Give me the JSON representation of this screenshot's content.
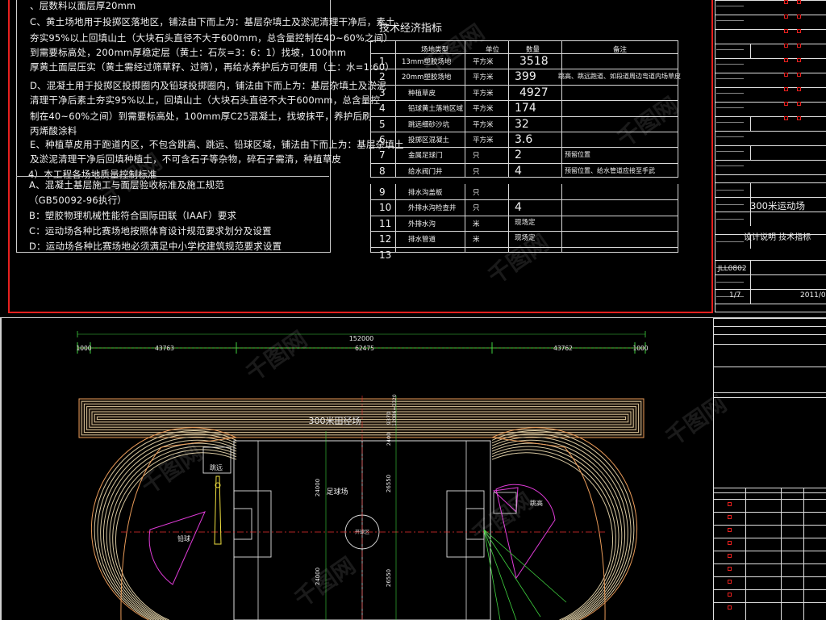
{
  "notes": {
    "lines": [
      "、层数料以面层厚20mm",
      "C、黄土场地用于投掷区落地区，铺法由下而上为：基层杂填土及淤泥清理干净后，素土",
      "夯实95%以上回填山土（大块石头直径不大于600mm，总含量控制在40~60%之间）",
      "到需要标高处，200mm厚稳定层（黄土：石灰=3：6：1）找坡，100mm",
      "厚黄土面层压实（黄土需经过筛草籽、过筛），再给水养护后方可使用（土：水=1:60）",
      "D、混凝土用于投掷区投掷圈内及铅球投掷圈内，铺法由下而上为：基层杂填土及淤泥",
      "清理干净后素土夯实95%以上，回填山土（大块石头直径不大于600mm，总含量控",
      "制在40~60%之间）到需要标高处，100mm厚C25混凝土，找坡抹平，养护后刷",
      "丙烯酸涂料",
      "E、种植草皮用于跑道内区，不包含跳高、跳远、铅球区域，铺法由下而上为：基层杂填土",
      "及淤泥清理干净后回填种植土，不可含石子等杂物，碎石子需清，种植草皮",
      "4）本工程各场地质量控制标准"
    ],
    "lower_lines": [
      "A、混凝土基层施工与面层验收标准及施工规范",
      "（GB50092-96执行）",
      "B：塑胶物理机械性能符合国际田联（IAAF）要求",
      "C：运动场各种比赛场地按照体育设计规范要求划分及设置",
      "D：运动场各种比赛场地必须满足中小学校建筑规范要求设置"
    ]
  },
  "indicators": {
    "title": "技术经济指标",
    "headers": [
      "场地类型",
      "单位",
      "数量",
      "备注"
    ],
    "rows_top": [
      {
        "no": "1",
        "type": "13mm塑胶场地",
        "unit": "平方米",
        "qty": "3518",
        "remark": ""
      },
      {
        "no": "2",
        "type": "20mm塑胶场地",
        "unit": "平方米",
        "qty": "399",
        "remark": "跳高、跳远跑道、如段道周边弯道内场草皮"
      },
      {
        "no": "3",
        "type": "种植草皮",
        "unit": "平方米",
        "qty": "4927",
        "remark": ""
      },
      {
        "no": "4",
        "type": "铅球黄土落地区域",
        "unit": "平方米",
        "qty": "174",
        "remark": ""
      },
      {
        "no": "5",
        "type": "跳远细砂沙坑",
        "unit": "平方米",
        "qty": "32",
        "remark": ""
      },
      {
        "no": "6",
        "type": "投掷区混凝土",
        "unit": "平方米",
        "qty": "3.6",
        "remark": ""
      },
      {
        "no": "7",
        "type": "金属足球门",
        "unit": "只",
        "qty": "2",
        "remark": "预留位置"
      },
      {
        "no": "8",
        "type": "给水阀门井",
        "unit": "只",
        "qty": "4",
        "remark": "预留位置、给水管道应接至手武"
      }
    ],
    "rows_bottom": [
      {
        "no": "9",
        "type": "排水沟盖板",
        "unit": "只",
        "qty": "",
        "remark": ""
      },
      {
        "no": "10",
        "type": "外排水沟检查井",
        "unit": "只",
        "qty": "4",
        "remark": ""
      },
      {
        "no": "11",
        "type": "外排水沟",
        "unit": "米",
        "qty": "现场定",
        "remark": ""
      },
      {
        "no": "12",
        "type": "排水管道",
        "unit": "米",
        "qty": "现场定",
        "remark": ""
      },
      {
        "no": "13",
        "type": "",
        "unit": "",
        "qty": "",
        "remark": ""
      }
    ]
  },
  "titleblock": {
    "project_name": "300米运动场",
    "drawing_title": "设计说明  技术指标",
    "drawing_no": "JLL0802",
    "sheet": "1/7",
    "date": "2011/08"
  },
  "plan": {
    "overall_dim": "152000",
    "dims_top": [
      "1000",
      "43763",
      "62475",
      "43762",
      "1000"
    ],
    "track_label": "300米田径场",
    "field_label": "足球场",
    "center_label": "开球区",
    "long_jump_label": "跳远",
    "high_jump_label": "跳高",
    "shot_put_label": "铅球",
    "dims_vertical": [
      "9370",
      "2400",
      "12086=3320",
      "26550",
      "24000",
      "24000",
      "26550"
    ]
  },
  "watermark": "千图网",
  "colors": {
    "frame_red": "#e8201e",
    "track": "#d8c8a0",
    "track_outer": "#e89a58",
    "green": "#3fd23f",
    "magenta": "#e03bd8",
    "yellow": "#f0e040",
    "dim_red": "#e83030"
  }
}
